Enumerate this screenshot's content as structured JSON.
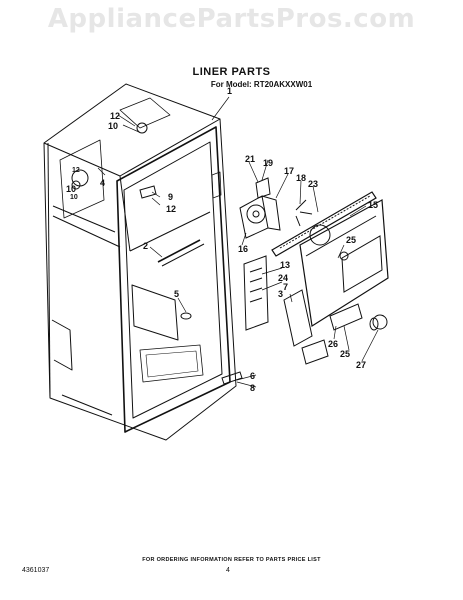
{
  "watermark": "AppliancePartsPros.com",
  "title": "LINER PARTS",
  "model_line": "For Model: RT20AKXXW01",
  "callouts": [
    "1",
    "2",
    "3",
    "4",
    "5",
    "6",
    "7",
    "8",
    "9",
    "10",
    "12",
    "13",
    "15",
    "16",
    "17",
    "18",
    "19",
    "21",
    "23",
    "24",
    "25",
    "25",
    "26",
    "27",
    "12",
    "10",
    "12",
    "10"
  ],
  "footer": {
    "ordering_note": "FOR ORDERING INFORMATION REFER TO PARTS PRICE LIST",
    "doc_number": "4361037",
    "page_number": "4"
  }
}
